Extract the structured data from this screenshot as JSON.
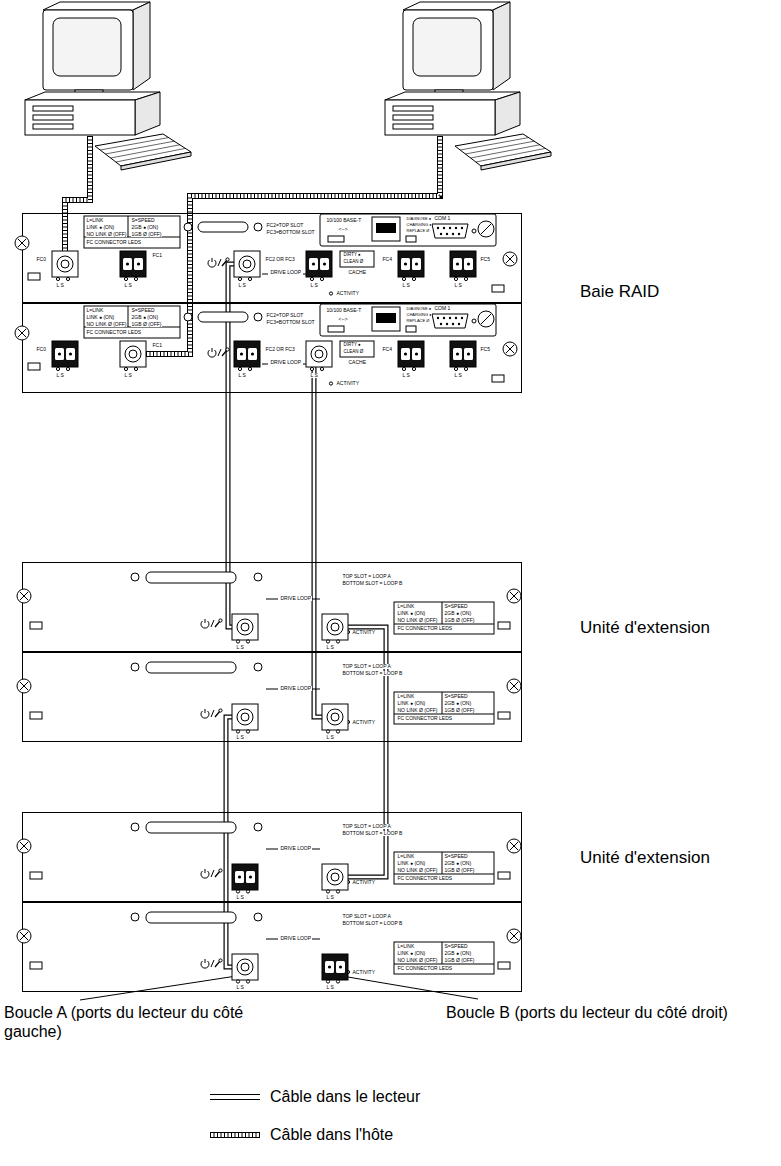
{
  "diagram": {
    "nodes": [
      {
        "text": [
          "L=LINK",
          "LINK ● (ON)",
          "NO LINK Ø (OFF)",
          "S=SPEED",
          "2GB ● (ON)",
          "1GB Ø (OFF)",
          "FC CONNECTOR LEDS",
          "10/100 BASE-T",
          "<-->",
          "DIAGNOSE ●",
          "CHARGING ●",
          "REPLACE Ø",
          "COM 1",
          "FC2=TOP SLOT",
          "FC3=BOTTOM SLOT",
          "FC0",
          "L S",
          "FC1",
          "L S",
          "FC2 OR FC3",
          "L S",
          "L S",
          "DRIVE LOOP",
          "DIRTY ●",
          "CLEAN Ø",
          "CACHE",
          "ACTIVITY",
          "FC4",
          "L S",
          "FC5",
          "L S"
        ]
      },
      {
        "text": [
          "L=LINK",
          "LINK ● (ON)",
          "NO LINK Ø (OFF)",
          "S=SPEED",
          "2GB ● (ON)",
          "1GB Ø (OFF)",
          "FC CONNECTOR LEDS",
          "10/100 BASE-T",
          "<-->",
          "DIAGNOSE ●",
          "CHARGING ●",
          "REPLACE Ø",
          "COM 1",
          "FC2=TOP SLOT",
          "FC3=BOTTOM SLOT",
          "FC0",
          "L S",
          "FC1",
          "L S",
          "FC2 OR FC3",
          "L S",
          "L S",
          "DRIVE LOOP",
          "DIRTY ●",
          "CLEAN Ø",
          "CACHE",
          "ACTIVITY",
          "FC4",
          "L S",
          "FC5",
          "L S"
        ]
      },
      {
        "text": [
          "TOP SLOT = LOOP A",
          "BOTTOM SLOT = LOOP B",
          "DRIVE LOOP",
          "L S",
          "L S",
          "ACTIVITY",
          "L=LINK",
          "S=SPEED",
          "LINK ● (ON)",
          "2GB ● (ON)",
          "NO LINK Ø (OFF)",
          "1GB Ø (OFF)",
          "FC CONNECTOR LEDS"
        ]
      },
      {
        "text": [
          "TOP SLOT = LOOP A",
          "BOTTOM SLOT = LOOP B",
          "DRIVE LOOP",
          "L S",
          "L S",
          "ACTIVITY",
          "L=LINK",
          "S=SPEED",
          "LINK ● (ON)",
          "2GB ● (ON)",
          "NO LINK Ø (OFF)",
          "1GB Ø (OFF)",
          "FC CONNECTOR LEDS"
        ]
      },
      {
        "text": [
          "TOP SLOT = LOOP A",
          "BOTTOM SLOT = LOOP B",
          "DRIVE LOOP",
          "L S",
          "L S",
          "ACTIVITY",
          "L=LINK",
          "S=SPEED",
          "LINK ● (ON)",
          "2GB ● (ON)",
          "NO LINK Ø (OFF)",
          "1GB Ø (OFF)",
          "FC CONNECTOR LEDS"
        ]
      },
      {
        "text": [
          "TOP SLOT = LOOP A",
          "BOTTOM SLOT = LOOP B",
          "DRIVE LOOP",
          "L S",
          "L S",
          "ACTIVITY",
          "L=LINK",
          "S=SPEED",
          "LINK ● (ON)",
          "2GB ● (ON)",
          "NO LINK Ø (OFF)",
          "1GB Ø (OFF)",
          "FC CONNECTOR LEDS"
        ]
      }
    ],
    "edges": [
      {
        "from": 0,
        "to": 2,
        "arrow": "none"
      },
      {
        "from": 1,
        "to": 3,
        "arrow": "none"
      },
      {
        "from": 2,
        "to": 4,
        "arrow": "none"
      },
      {
        "from": 3,
        "to": 5,
        "arrow": "none"
      }
    ],
    "labels": [
      "Baie RAID",
      "Unité d'extension",
      "Unité d'extension",
      "Boucle A (ports du lecteur du côté gauche)",
      "Boucle B (ports du lecteur du côté droit)"
    ],
    "legend": [
      {
        "text": "Câble dans le lecteur"
      },
      {
        "text": "Câble dans l'hôte"
      }
    ]
  }
}
